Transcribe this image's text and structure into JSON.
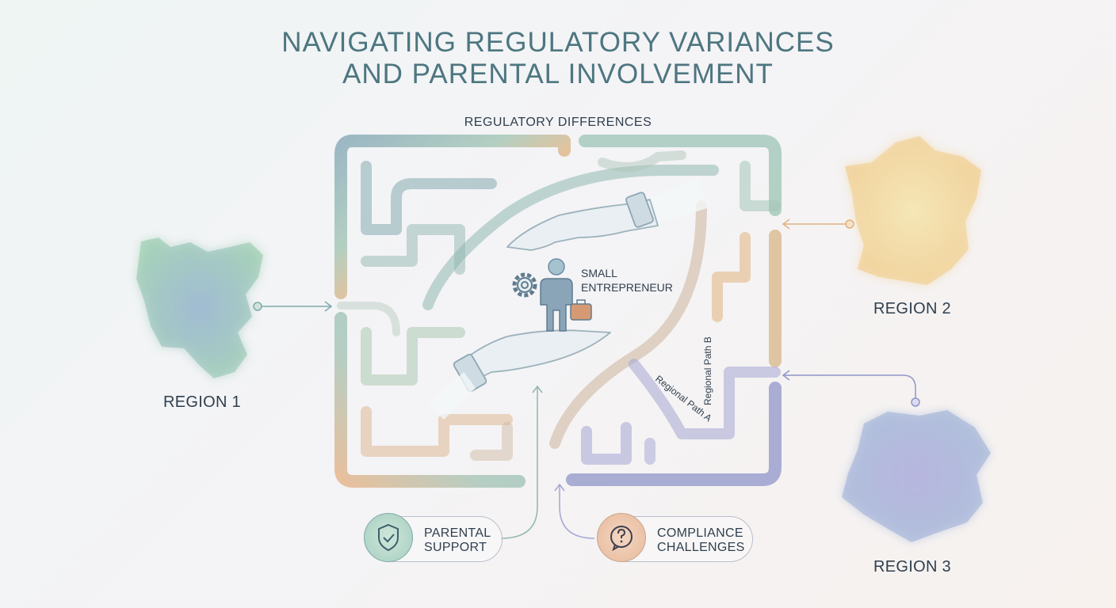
{
  "title": {
    "line1": "NAVIGATING REGULATORY VARIANCES",
    "line2": "AND PARENTAL INVOLVEMENT"
  },
  "maze": {
    "label": "REGULATORY DIFFERENCES",
    "path_a": "Regional Path A",
    "path_b": "Regional Path B"
  },
  "center": {
    "label_line1": "SMALL",
    "label_line2": "ENTREPRENEUR"
  },
  "regions": [
    {
      "label": "REGION 1",
      "color": "#7fb3a8"
    },
    {
      "label": "REGION 2",
      "color": "#efd58a"
    },
    {
      "label": "REGION 3",
      "color": "#9c9fd3"
    }
  ],
  "pills": {
    "parental": {
      "line1": "PARENTAL",
      "line2": "SUPPORT",
      "icon": "shield-check-icon",
      "color": "#8fc3ad"
    },
    "compliance": {
      "line1": "COMPLIANCE",
      "line2": "CHALLENGES",
      "icon": "question-bubble-icon",
      "color": "#e9b793"
    }
  },
  "colors": {
    "title": "#4d7680",
    "maze_teal": "#7fa8aa",
    "maze_orange": "#e3b07f",
    "maze_purple": "#8f95c8",
    "maze_green": "#a9c7a6"
  }
}
